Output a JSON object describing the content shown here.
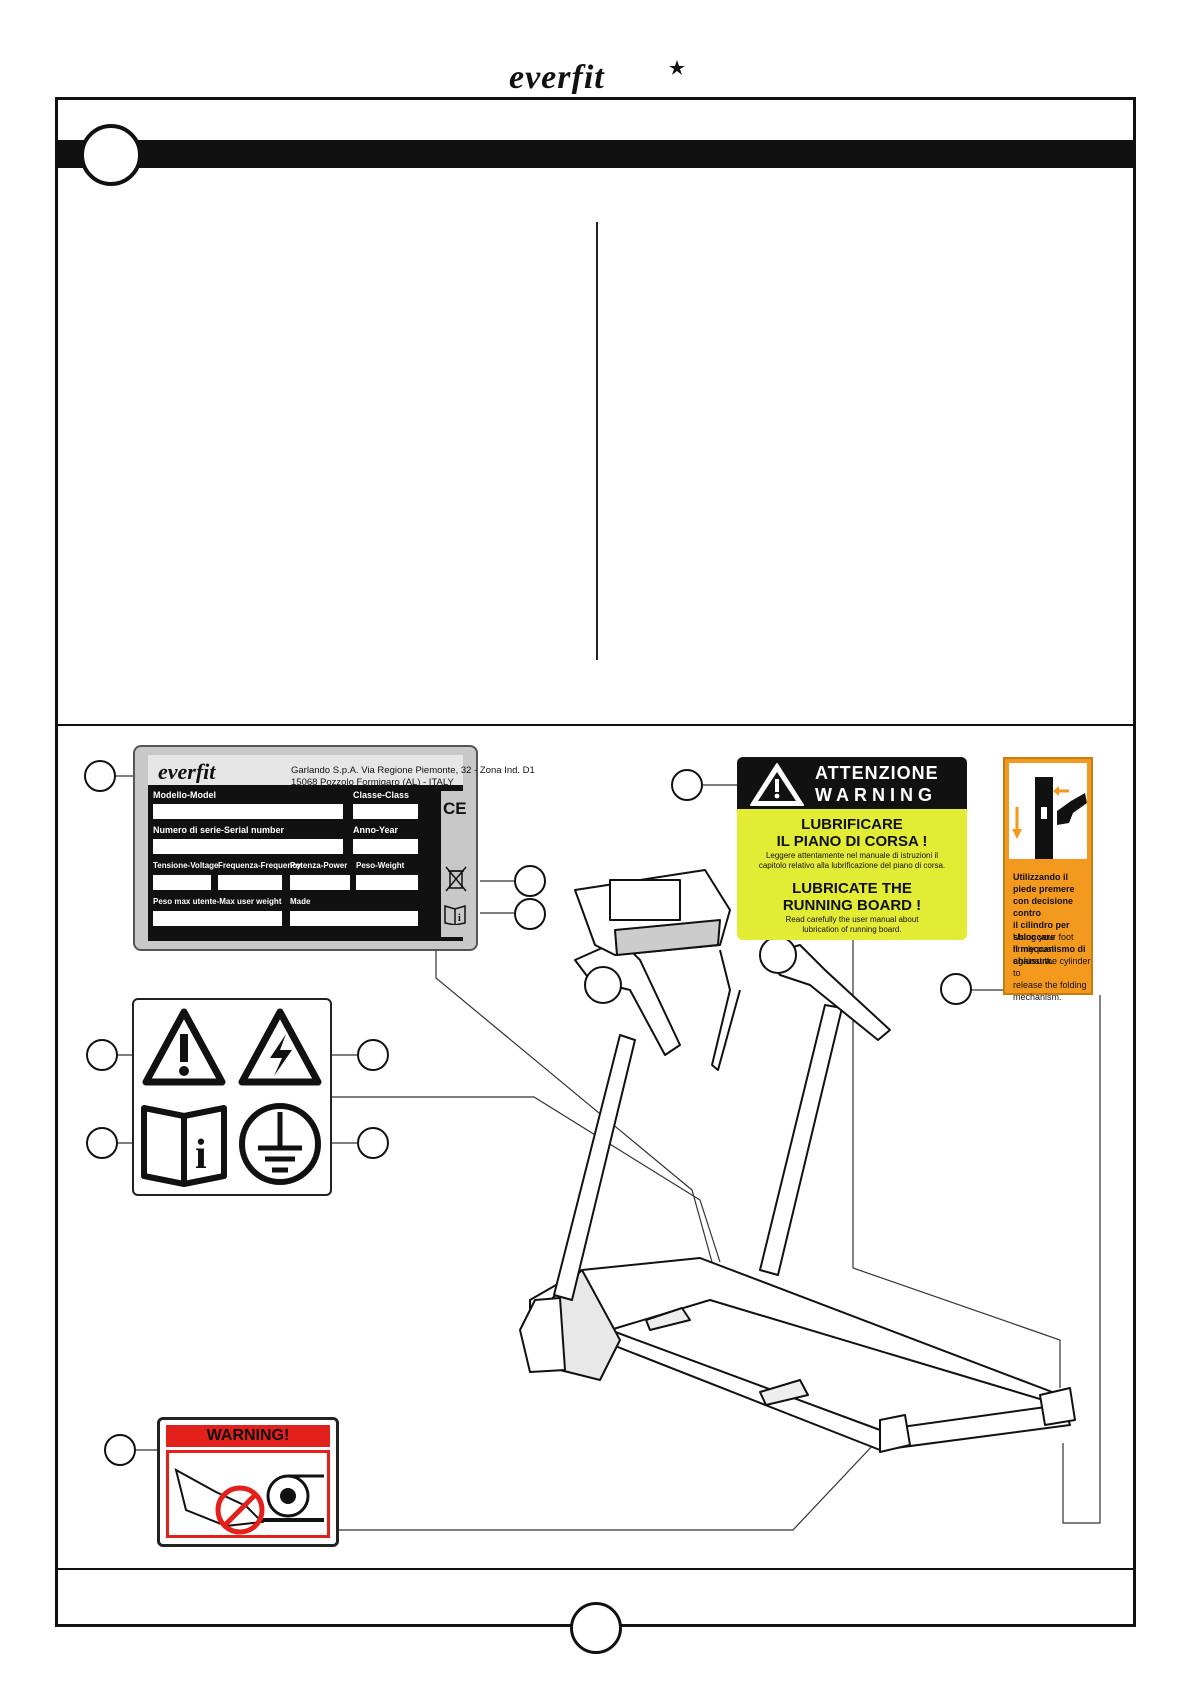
{
  "brand": {
    "name": "everfit"
  },
  "plate": {
    "address_line1": "Garlando S.p.A. Via Regione Piemonte, 32 - Zona Ind. D1",
    "address_line2": "15068 Pozzolo Formigaro (AL) - ITALY",
    "model": "Modello-Model",
    "class": "Classe-Class",
    "serial": "Numero di serie-Serial number",
    "year": "Anno-Year",
    "voltage": "Tensione-Voltage",
    "frequency": "Frequenza-Frequency",
    "power": "Potenza-Power",
    "weight": "Peso-Weight",
    "max_weight": "Peso max utente-Max user weight",
    "made": "Made",
    "ce_mark": "CE"
  },
  "attention_label": {
    "title_it": "ATTENZIONE",
    "title_en": "WARNING",
    "heading_it_1": "LUBRIFICARE",
    "heading_it_2": "IL PIANO DI CORSA !",
    "text_it_1": "Leggere attentamente nel manuale di istruzioni il",
    "text_it_2": "capitolo relativo alla lubrificazione del piano di corsa.",
    "heading_en_1": "LUBRICATE THE",
    "heading_en_2": "RUNNING BOARD !",
    "text_en_1": "Read carefully the user manual about",
    "text_en_2": "lubrication of running board."
  },
  "fold_label": {
    "it": [
      "Utilizzando il piede premere",
      "con decisione contro",
      "il cilindro per sbloccare",
      "il meccanismo di chiusura."
    ],
    "en": [
      "Using your foot firmly push",
      "against the cylinder to",
      "release the folding",
      "mechanism."
    ]
  },
  "warning_label": {
    "title": "WARNING!"
  },
  "colors": {
    "yellow": "#e2ec35",
    "orange": "#f39a1e",
    "red": "#e2201c",
    "black": "#111111"
  }
}
